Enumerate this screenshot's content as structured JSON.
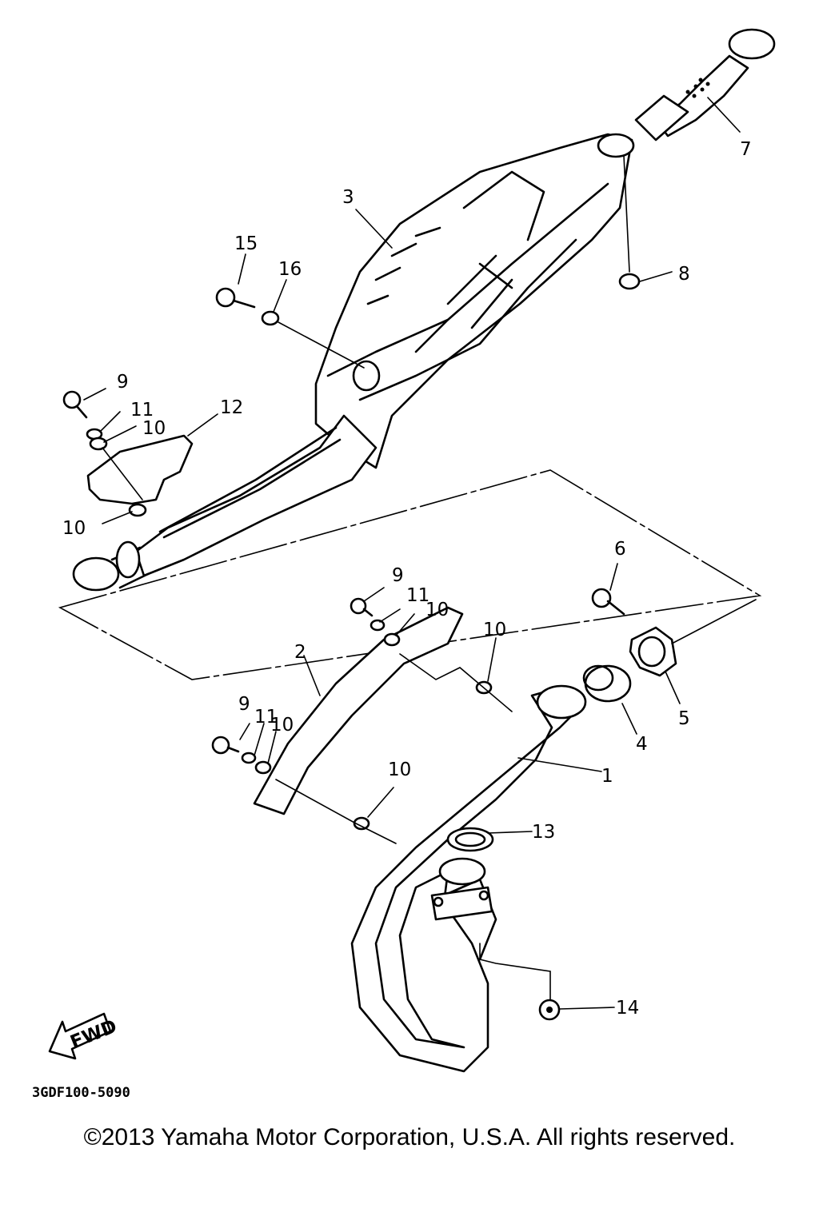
{
  "diagram": {
    "part_labels": [
      "1",
      "2",
      "3",
      "4",
      "5",
      "6",
      "7",
      "8",
      "9",
      "10",
      "11",
      "12",
      "13",
      "14",
      "15",
      "16"
    ],
    "fwd_label": "FWD",
    "diagram_code": "3GDF100-5090"
  },
  "footer": {
    "copyright": "©2013 Yamaha Motor Corporation, U.S.A. All rights reserved."
  }
}
